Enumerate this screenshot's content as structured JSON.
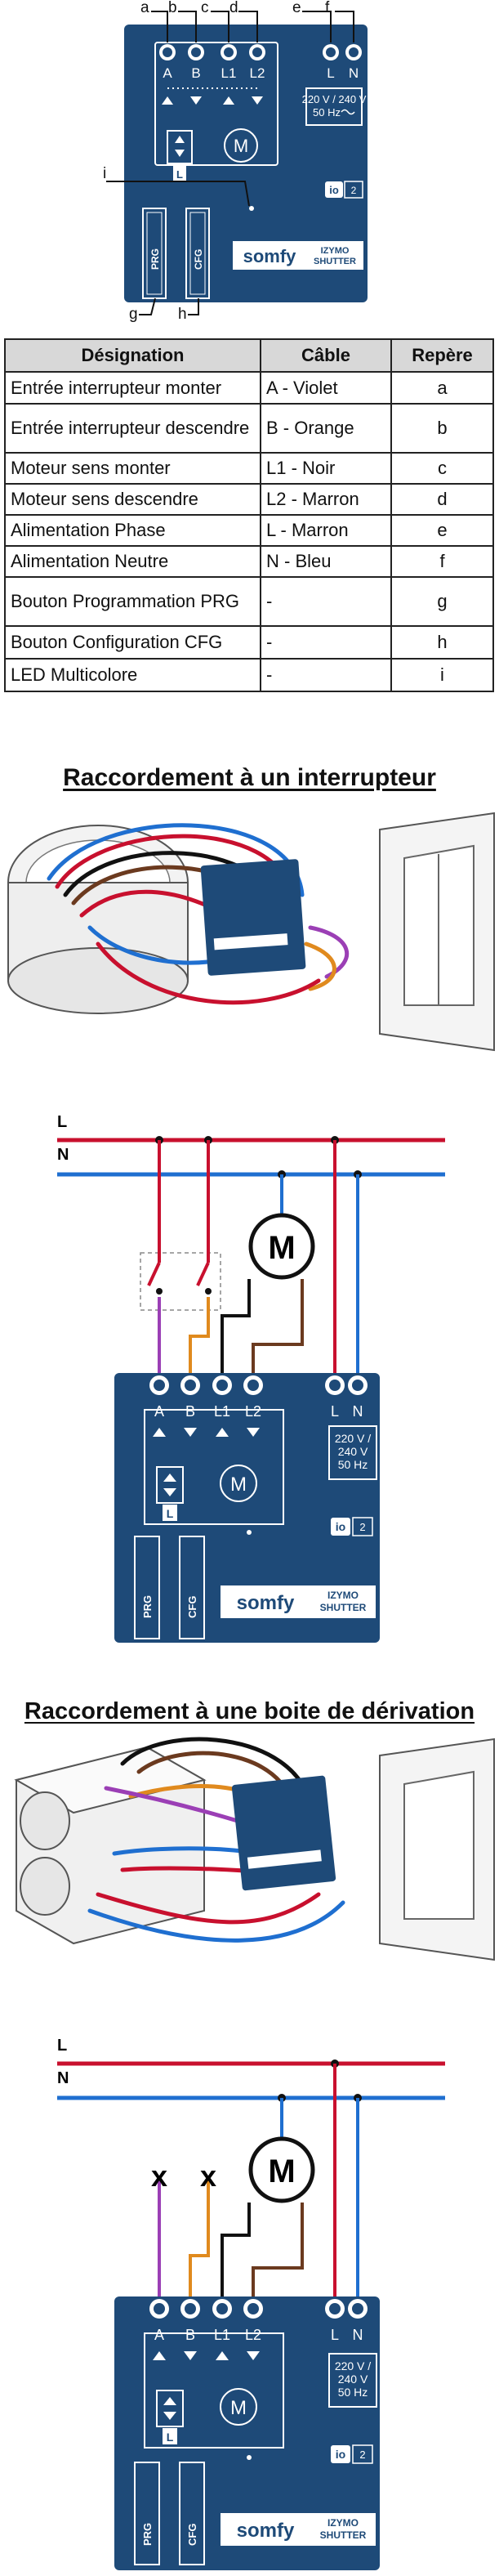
{
  "callouts": {
    "a": "a",
    "b": "b",
    "c": "c",
    "d": "d",
    "e": "e",
    "f": "f",
    "g": "g",
    "h": "h",
    "i": "i"
  },
  "module": {
    "terminals": [
      "A",
      "B",
      "L1",
      "L2"
    ],
    "power_terminals": [
      "L",
      "N"
    ],
    "spec_lines": [
      "220 V / 240 V",
      "50 Hz"
    ],
    "spec_lines_stacked": [
      "220 V /",
      "240 V",
      "50 Hz"
    ],
    "center_label": "L",
    "motor_symbol": "M",
    "buttons": [
      "PRG",
      "CFG"
    ],
    "brand": "somfy",
    "product": [
      "IZYMO",
      "SHUTTER"
    ],
    "io_logo": "io",
    "io_badge": "2"
  },
  "table": {
    "headers": [
      "Désignation",
      "Câble",
      "Repère"
    ],
    "rows": [
      {
        "designation": "Entrée interrupteur monter",
        "cable": "A - Violet",
        "ref": "a"
      },
      {
        "designation": "Entrée interrupteur descendre",
        "cable": "B - Orange",
        "ref": "b"
      },
      {
        "designation": "Moteur sens monter",
        "cable": "L1 - Noir",
        "ref": "c"
      },
      {
        "designation": "Moteur sens descendre",
        "cable": "L2 - Marron",
        "ref": "d"
      },
      {
        "designation": "Alimentation Phase",
        "cable": "L - Marron",
        "ref": "e"
      },
      {
        "designation": "Alimentation Neutre",
        "cable": "N - Bleu",
        "ref": "f"
      },
      {
        "designation": "Bouton Programmation PRG",
        "cable": "-",
        "ref": "g"
      },
      {
        "designation": "Bouton Configuration CFG",
        "cable": "-",
        "ref": "h"
      },
      {
        "designation": "LED Multicolore",
        "cable": "-",
        "ref": "i"
      }
    ]
  },
  "section1": {
    "title": "Raccordement à un interrupteur"
  },
  "section2": {
    "title": "Raccordement à une boite de dérivation"
  },
  "wiring": {
    "line_label": "L",
    "neutral_label": "N",
    "motor": "M",
    "cap_mark": "x"
  },
  "colors": {
    "module_blue": "#1e4a78",
    "phase_red": "#c8102e",
    "neutral_blue": "#1f6fd0",
    "violet": "#9b3fb5",
    "orange": "#e08a1e",
    "black": "#111111",
    "brown": "#6b3a1f",
    "table_header": "#d8d8d8"
  }
}
